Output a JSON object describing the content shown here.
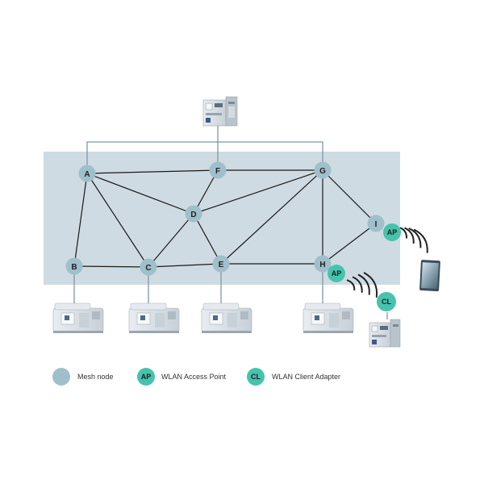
{
  "nodes": [
    {
      "id": "A",
      "label": "A"
    },
    {
      "id": "F",
      "label": "F"
    },
    {
      "id": "G",
      "label": "G"
    },
    {
      "id": "D",
      "label": "D"
    },
    {
      "id": "I",
      "label": "I"
    },
    {
      "id": "B",
      "label": "B"
    },
    {
      "id": "C",
      "label": "C"
    },
    {
      "id": "E",
      "label": "E"
    },
    {
      "id": "H",
      "label": "H"
    }
  ],
  "links": [
    [
      "A",
      "F"
    ],
    [
      "F",
      "G"
    ],
    [
      "A",
      "D"
    ],
    [
      "A",
      "B"
    ],
    [
      "A",
      "C"
    ],
    [
      "F",
      "D"
    ],
    [
      "D",
      "G"
    ],
    [
      "D",
      "C"
    ],
    [
      "D",
      "E"
    ],
    [
      "G",
      "E"
    ],
    [
      "G",
      "H"
    ],
    [
      "G",
      "I"
    ],
    [
      "I",
      "H"
    ],
    [
      "B",
      "C"
    ],
    [
      "C",
      "E"
    ],
    [
      "E",
      "H"
    ]
  ],
  "badges": {
    "ap": "AP",
    "cl": "CL"
  },
  "legend": {
    "mesh_node": "Mesh node",
    "access_point_badge": "AP",
    "access_point": "WLAN Access Point",
    "client_adapter_badge": "CL",
    "client_adapter": "WLAN Client Adapter"
  },
  "colors": {
    "mesh_zone": "#cfdbe2",
    "mesh_node": "#9fbfcb",
    "badge": "#46c3ad",
    "line": "#1a1a1a",
    "wire": "#7f98a6"
  }
}
